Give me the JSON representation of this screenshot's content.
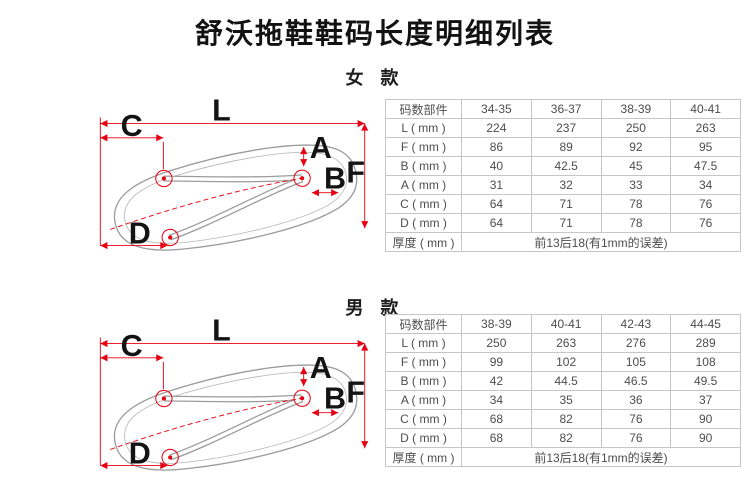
{
  "page": {
    "title": "舒沃拖鞋鞋码长度明细列表"
  },
  "diagram_labels": {
    "L": "L",
    "C": "C",
    "A": "A",
    "B": "B",
    "F": "F",
    "D": "D"
  },
  "colors": {
    "dimension_red": "#e60012",
    "outline_gray": "#9b9b9b",
    "table_border": "#c6c6c6",
    "text_dark": "#4d4d4d"
  },
  "sections": [
    {
      "heading": "女 款",
      "table": {
        "header": [
          "码数部件",
          "34-35",
          "36-37",
          "38-39",
          "40-41"
        ],
        "rows": [
          [
            "L ( mm )",
            "224",
            "237",
            "250",
            "263"
          ],
          [
            "F ( mm )",
            "86",
            "89",
            "92",
            "95"
          ],
          [
            "B ( mm )",
            "40",
            "42.5",
            "45",
            "47.5"
          ],
          [
            "A ( mm )",
            "31",
            "32",
            "33",
            "34"
          ],
          [
            "C ( mm )",
            "64",
            "71",
            "78",
            "76"
          ],
          [
            "D ( mm )",
            "64",
            "71",
            "78",
            "76"
          ]
        ],
        "footer_label": "厚度 ( mm )",
        "footer_value": "前13后18(有1mm的误差)"
      }
    },
    {
      "heading": "男 款",
      "table": {
        "header": [
          "码数部件",
          "38-39",
          "40-41",
          "42-43",
          "44-45"
        ],
        "rows": [
          [
            "L ( mm )",
            "250",
            "263",
            "276",
            "289"
          ],
          [
            "F ( mm )",
            "99",
            "102",
            "105",
            "108"
          ],
          [
            "B ( mm )",
            "42",
            "44.5",
            "46.5",
            "49.5"
          ],
          [
            "A ( mm )",
            "34",
            "35",
            "36",
            "37"
          ],
          [
            "C ( mm )",
            "68",
            "82",
            "76",
            "90"
          ],
          [
            "D ( mm )",
            "68",
            "82",
            "76",
            "90"
          ]
        ],
        "footer_label": "厚度 ( mm )",
        "footer_value": "前13后18(有1mm的误差)"
      }
    }
  ]
}
